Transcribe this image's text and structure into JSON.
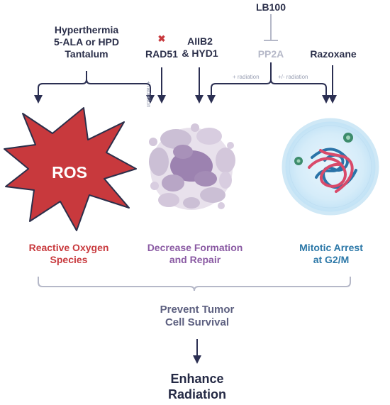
{
  "colors": {
    "dark_text": "#2b2f4a",
    "ros_red": "#c8393d",
    "purple": "#8a5aa3",
    "blue": "#2c78a8",
    "grey_text": "#5d6080",
    "light_grey": "#b5b8c8",
    "arrow_navy": "#2b2f52"
  },
  "inputs": {
    "hyperthermia": [
      "Hyperthermia",
      "5-ALA or HPD",
      "Tantalum"
    ],
    "rad51": "RAD51",
    "rad51_mark": "✖",
    "aiib2": [
      "AIIB2",
      "& HYD1"
    ],
    "lb100": "LB100",
    "pp2a": "PP2A",
    "razoxane": "Razoxane"
  },
  "annotations": {
    "plus_radiation_vertical": "+ radiation",
    "plus_radiation": "+ radiation",
    "plus_minus_radiation": "+/- radiation"
  },
  "mechanisms": {
    "ros_badge": "ROS",
    "ros_caption": [
      "Reactive Oxygen",
      "Species"
    ],
    "repair_caption": [
      "Decrease Formation",
      "and Repair"
    ],
    "mitotic_caption": [
      "Mitotic Arrest",
      "at G2/M"
    ]
  },
  "outcome": {
    "prevent": [
      "Prevent Tumor",
      "Cell Survival"
    ],
    "enhance": [
      "Enhance",
      "Radiation"
    ]
  }
}
